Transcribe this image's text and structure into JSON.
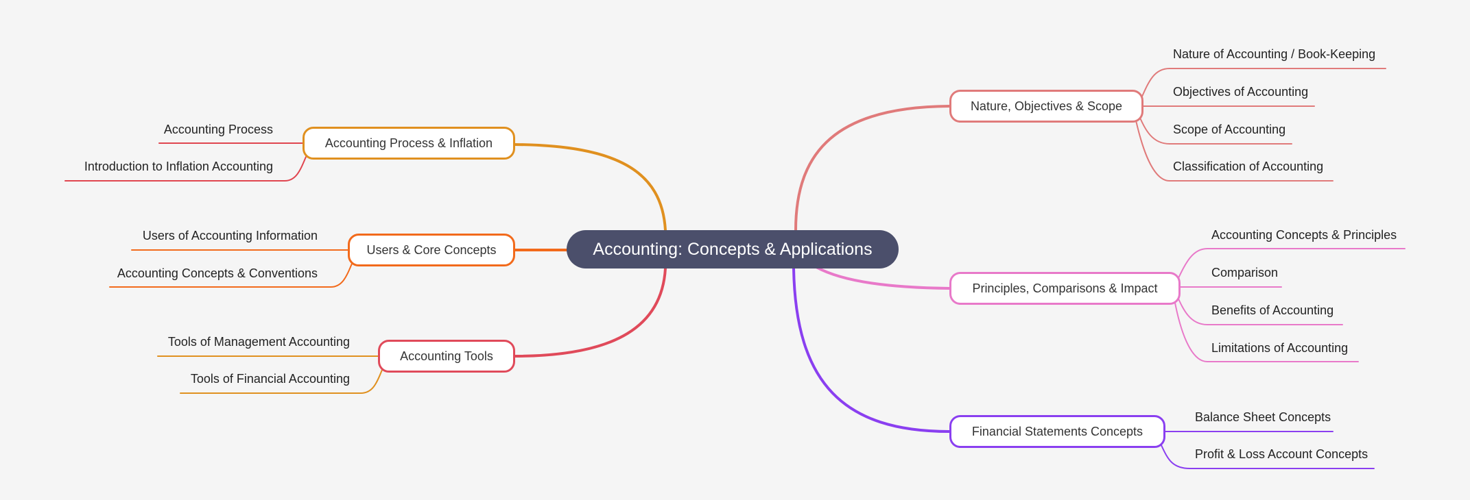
{
  "root": {
    "label": "Accounting: Concepts & Applications",
    "color": "#4b4f6b"
  },
  "branches": [
    {
      "label": "Nature, Objectives & Scope",
      "color": "#e07a7a",
      "side": "right",
      "children": [
        "Nature of Accounting / Book-Keeping",
        "Objectives of Accounting",
        "Scope of Accounting",
        "Classification of Accounting"
      ]
    },
    {
      "label": "Principles, Comparisons & Impact",
      "color": "#e879c9",
      "side": "right",
      "children": [
        "Accounting Concepts & Principles",
        "Comparison",
        "Benefits of Accounting",
        "Limitations of Accounting"
      ]
    },
    {
      "label": "Financial Statements Concepts",
      "color": "#8a3ff0",
      "side": "right",
      "children": [
        "Balance Sheet Concepts",
        "Profit & Loss Account Concepts"
      ]
    },
    {
      "label": "Accounting Process & Inflation",
      "color": "#e0901f",
      "side": "left",
      "child_color": "#e0454f",
      "children": [
        "Accounting Process",
        "Introduction to Inflation Accounting"
      ]
    },
    {
      "label": "Users & Core Concepts",
      "color": "#f26a1b",
      "side": "left",
      "child_color": "#f26a1b",
      "children": [
        "Users of Accounting Information",
        "Accounting Concepts & Conventions"
      ]
    },
    {
      "label": "Accounting Tools",
      "color": "#e04a5a",
      "side": "left",
      "child_color": "#e0901f",
      "children": [
        "Tools of Management Accounting",
        "Tools of Financial Accounting"
      ]
    }
  ]
}
